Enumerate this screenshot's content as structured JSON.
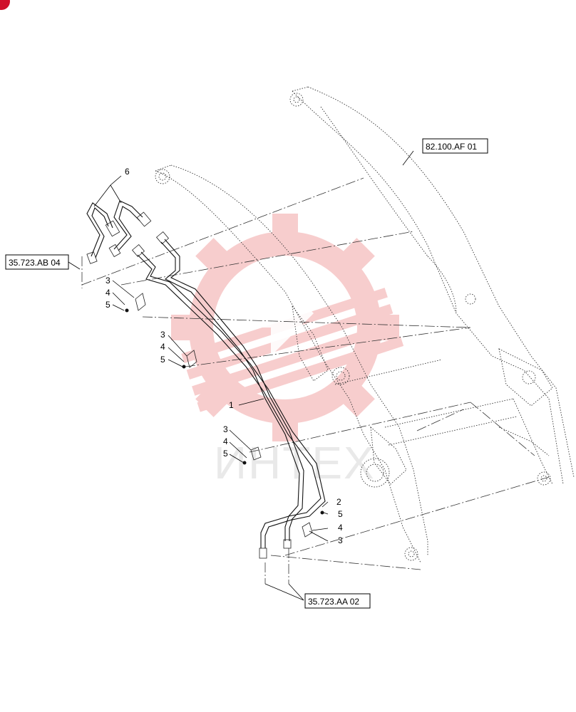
{
  "references": {
    "hose_ref": "35.723.AB 04",
    "boom_ref": "82.100.AF 01",
    "fitting_ref": "35.723.AA 02"
  },
  "callouts": {
    "c1": "1",
    "c2": "2",
    "c6": "6",
    "c3a": "3",
    "c4a": "4",
    "c5a": "5",
    "c3b": "3",
    "c4b": "4",
    "c5b": "5",
    "c3c": "3",
    "c4c": "4",
    "c5c": "5",
    "c5d": "5",
    "c4d": "4",
    "c3d": "3"
  },
  "watermark": {
    "text": "ИНТЕХ",
    "color": "#f2a6a6"
  },
  "colors": {
    "corner_badge": "#d0102a",
    "line": "#111111"
  }
}
